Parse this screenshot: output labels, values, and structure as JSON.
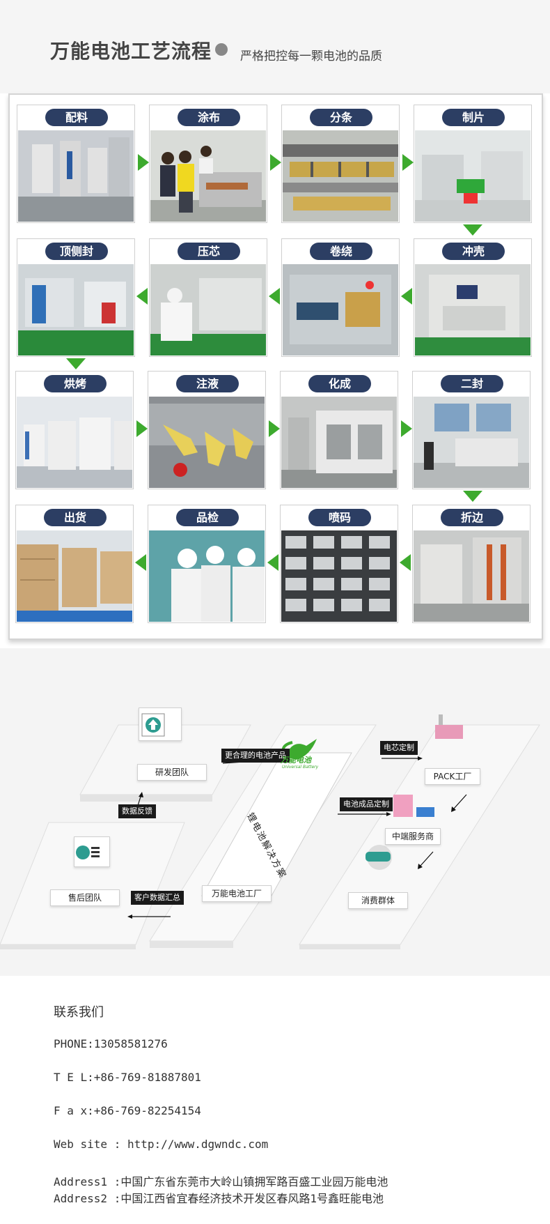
{
  "header": {
    "title": "万能电池工艺流程",
    "subtitle": "严格把控每一颗电池的品质"
  },
  "steps": [
    {
      "label": "配料"
    },
    {
      "label": "涂布"
    },
    {
      "label": "分条"
    },
    {
      "label": "制片"
    },
    {
      "label": "顶侧封"
    },
    {
      "label": "压芯"
    },
    {
      "label": "卷绕"
    },
    {
      "label": "冲壳"
    },
    {
      "label": "烘烤"
    },
    {
      "label": "注液"
    },
    {
      "label": "化成"
    },
    {
      "label": "二封"
    },
    {
      "label": "出货"
    },
    {
      "label": "品检"
    },
    {
      "label": "喷码"
    },
    {
      "label": "折边"
    }
  ],
  "ecosystem": {
    "rd_team": "研发团队",
    "after_sales": "售后团队",
    "factory": "万能电池工厂",
    "pack_factory": "PACK工厂",
    "mid_service": "中端服务商",
    "consumers": "消费群体",
    "tag_better_products": "更合理的电池产品",
    "tag_feedback": "数据反馈",
    "tag_customer_data": "客户数据汇总",
    "tag_cell_custom": "电芯定制",
    "tag_finished_custom": "电池成品定制",
    "slogan": "锂电池解决方案",
    "logo_text": "万能电池",
    "logo_sub": "Universal Battery",
    "brand_color": "#3daa2e"
  },
  "contact": {
    "title": "联系我们",
    "phone": "PHONE:13058581276",
    "tel": "T E L:+86-769-81887801",
    "fax": "F a x:+86-769-82254154",
    "web": "Web site  : http://www.dgwndc.com",
    "address1": "Address1 :中国广东省东莞市大岭山镇拥军路百盛工业园万能电池",
    "address2": "Address2 :中国江西省宜春经济技术开发区春风路1号鑫旺能电池"
  }
}
